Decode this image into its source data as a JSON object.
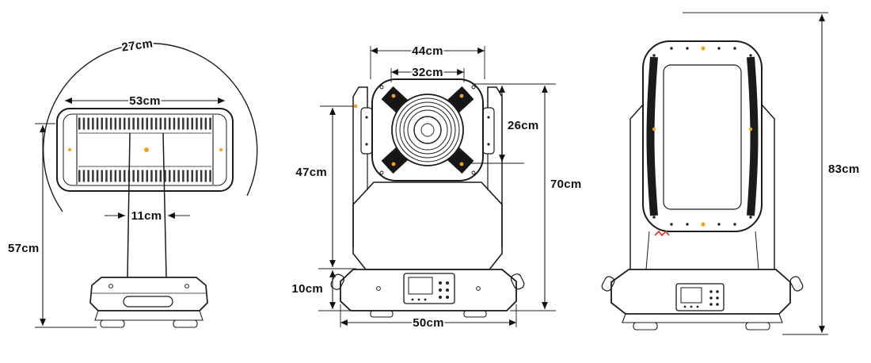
{
  "views": {
    "side_left": {
      "labels": {
        "swing_arc": "27cm",
        "head_width": "53cm",
        "yoke_arm_width": "11cm",
        "height_to_head": "57cm"
      }
    },
    "front": {
      "labels": {
        "head_outer_width": "44cm",
        "head_inner_width": "32cm",
        "head_height": "26cm",
        "head_center_to_base": "47cm",
        "fixture_height": "70cm",
        "base_height": "10cm",
        "base_width": "50cm"
      }
    },
    "side_right": {
      "labels": {
        "total_height": "83cm"
      }
    }
  },
  "colors": {
    "line": "#1b1b1b",
    "accent_dot": "#f2a41c",
    "red_mark": "#e03428"
  }
}
